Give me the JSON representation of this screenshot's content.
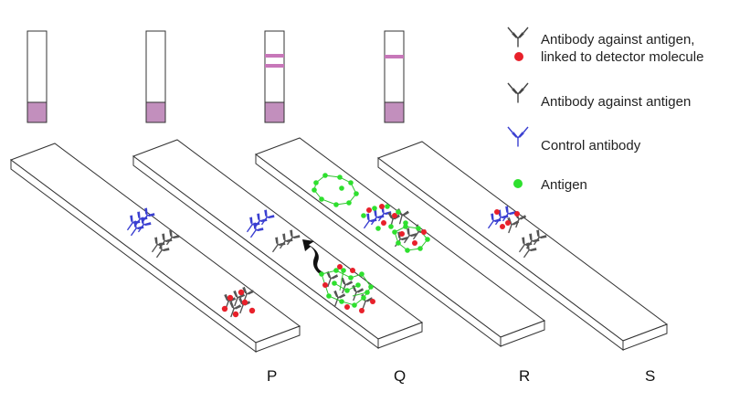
{
  "legend": {
    "detector_antibody_line1": "Antibody against antigen,",
    "detector_antibody_line2": "linked to detector molecule",
    "capture_antibody": "Antibody against antigen",
    "control_antibody": "Control antibody",
    "antigen": "Antigen"
  },
  "strip_labels": [
    "P",
    "Q",
    "R",
    "S"
  ],
  "tests": [
    {
      "test_line": false,
      "control_line": false
    },
    {
      "test_line": false,
      "control_line": false
    },
    {
      "test_line": true,
      "control_line": true
    },
    {
      "test_line": true,
      "control_line": false
    }
  ],
  "colors": {
    "detector_red": "#e8202a",
    "control_blue": "#3a3fd1",
    "antigen_green": "#2ee02e",
    "sample_pad": "#c28fbd",
    "band": "#c777b9",
    "antibody_gray": "#555555"
  }
}
